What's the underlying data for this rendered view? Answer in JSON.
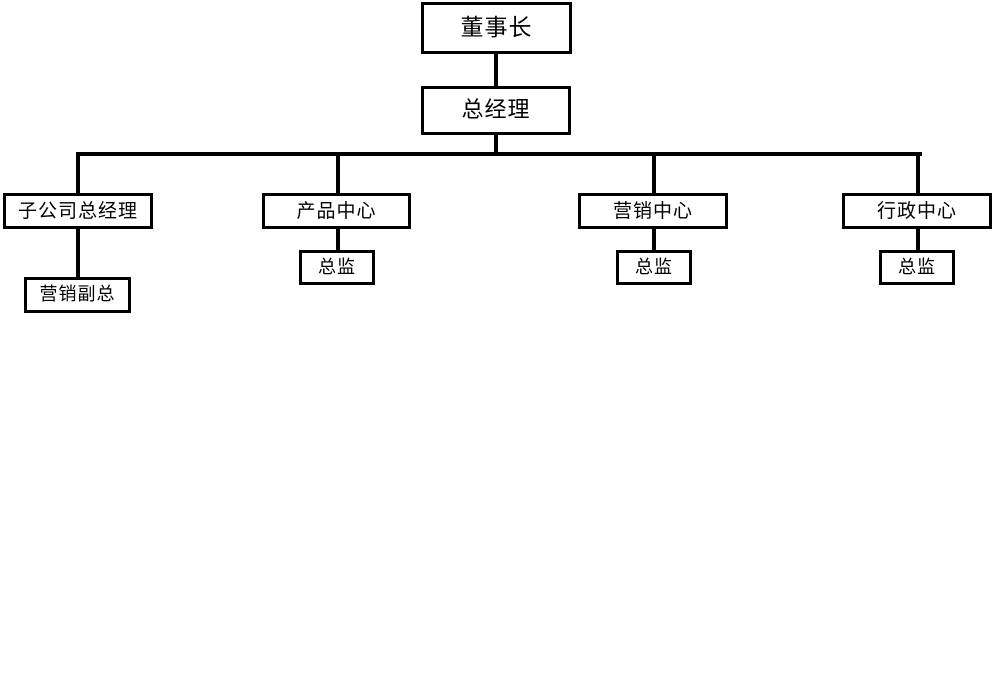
{
  "chart_data": {
    "type": "diagram",
    "diagram_type": "organizational-chart",
    "title": "",
    "orientation": "top-down",
    "node_count": 9,
    "levels": 4,
    "nodes": [
      {
        "id": "chairman",
        "label": "董事长",
        "level": 1,
        "parent": null
      },
      {
        "id": "general_manager",
        "label": "总经理",
        "level": 2,
        "parent": "chairman"
      },
      {
        "id": "subsidiary_gm",
        "label": "子公司总经理",
        "level": 3,
        "parent": "general_manager"
      },
      {
        "id": "product_center",
        "label": "产品中心",
        "level": 3,
        "parent": "general_manager"
      },
      {
        "id": "marketing_center",
        "label": "营销中心",
        "level": 3,
        "parent": "general_manager"
      },
      {
        "id": "admin_center",
        "label": "行政中心",
        "level": 3,
        "parent": "general_manager"
      },
      {
        "id": "marketing_vp",
        "label": "营销副总",
        "level": 4,
        "parent": "subsidiary_gm"
      },
      {
        "id": "director_product",
        "label": "总监",
        "level": 4,
        "parent": "product_center"
      },
      {
        "id": "director_marketing",
        "label": "总监",
        "level": 4,
        "parent": "marketing_center"
      },
      {
        "id": "director_admin",
        "label": "总监",
        "level": 4,
        "parent": "admin_center"
      }
    ],
    "edges": [
      {
        "from": "chairman",
        "to": "general_manager"
      },
      {
        "from": "general_manager",
        "to": "subsidiary_gm"
      },
      {
        "from": "general_manager",
        "to": "product_center"
      },
      {
        "from": "general_manager",
        "to": "marketing_center"
      },
      {
        "from": "general_manager",
        "to": "admin_center"
      },
      {
        "from": "subsidiary_gm",
        "to": "marketing_vp"
      },
      {
        "from": "product_center",
        "to": "director_product"
      },
      {
        "from": "marketing_center",
        "to": "director_marketing"
      },
      {
        "from": "admin_center",
        "to": "director_admin"
      }
    ]
  },
  "chart": {
    "nodes": {
      "chairman": "董事长",
      "general_manager": "总经理",
      "subsidiary_gm": "子公司总经理",
      "product_center": "产品中心",
      "marketing_center": "营销中心",
      "admin_center": "行政中心",
      "marketing_vp": "营销副总",
      "director_product": "总监",
      "director_marketing": "总监",
      "director_admin": "总监"
    }
  },
  "colors": {
    "background": "#ffffff",
    "box_fill": "#ffffff",
    "box_border": "#000000",
    "connector": "#000000",
    "text": "#000000"
  }
}
